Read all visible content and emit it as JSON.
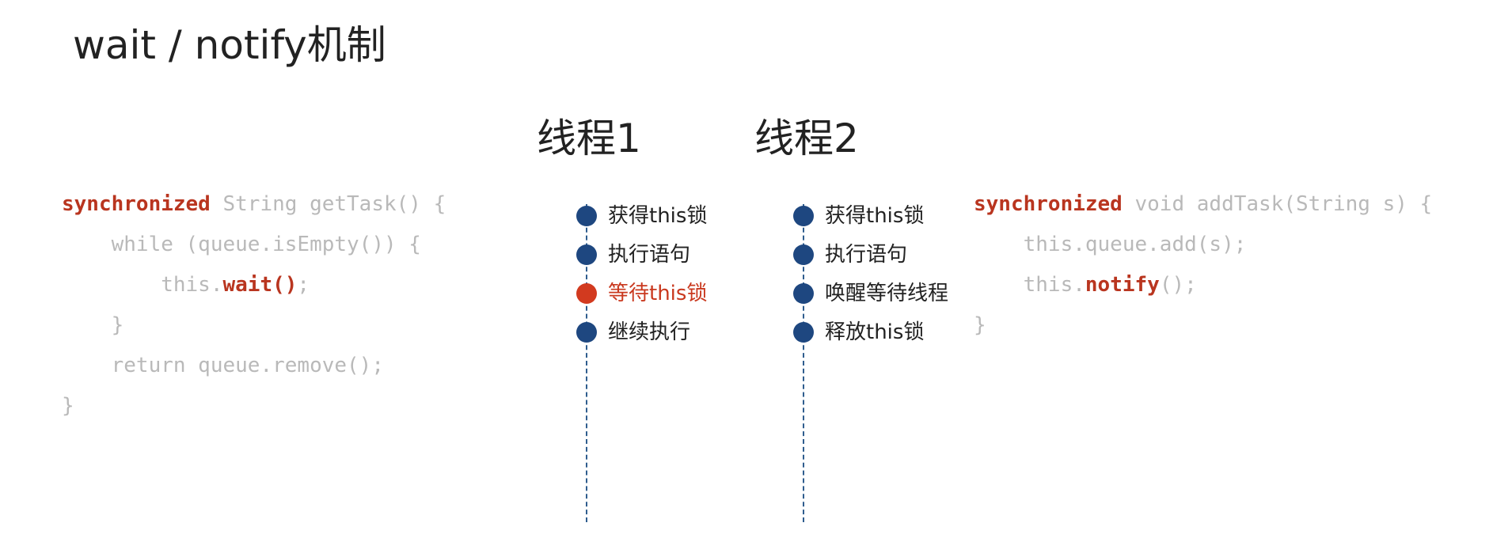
{
  "slide": {
    "title": "wait / notify机制"
  },
  "thread1": {
    "header": "线程1",
    "steps": [
      {
        "label": "获得this锁",
        "state": "normal"
      },
      {
        "label": "执行语句",
        "state": "normal"
      },
      {
        "label": "等待this锁",
        "state": "waiting"
      },
      {
        "label": "继续执行",
        "state": "normal"
      }
    ]
  },
  "thread2": {
    "header": "线程2",
    "steps": [
      {
        "label": "获得this锁",
        "state": "normal"
      },
      {
        "label": "执行语句",
        "state": "normal"
      },
      {
        "label": "唤醒等待线程",
        "state": "normal"
      },
      {
        "label": "释放this锁",
        "state": "normal"
      }
    ]
  },
  "code_left": {
    "lines": [
      {
        "kw": "synchronized",
        "rest": " String getTask() {"
      },
      {
        "pre": "    while (queue.isEmpty()) {"
      },
      {
        "pre": "        this.",
        "kw": "wait()",
        "rest": ";"
      },
      {
        "pre": "    }"
      },
      {
        "pre": "    return queue.remove();"
      },
      {
        "pre": "}"
      }
    ]
  },
  "code_right": {
    "lines": [
      {
        "kw": "synchronized",
        "rest": " void addTask(String s) {"
      },
      {
        "pre": "    this.queue.add(s);"
      },
      {
        "pre": "    this.",
        "kw": "notify",
        "rest": "();"
      },
      {
        "pre": "}"
      }
    ]
  },
  "colors": {
    "keyword": "#b9351f",
    "code_text": "#b9b9b9",
    "dot_normal": "#1e4780",
    "dot_waiting": "#d23a1f",
    "timeline": "#2f5d8e"
  }
}
